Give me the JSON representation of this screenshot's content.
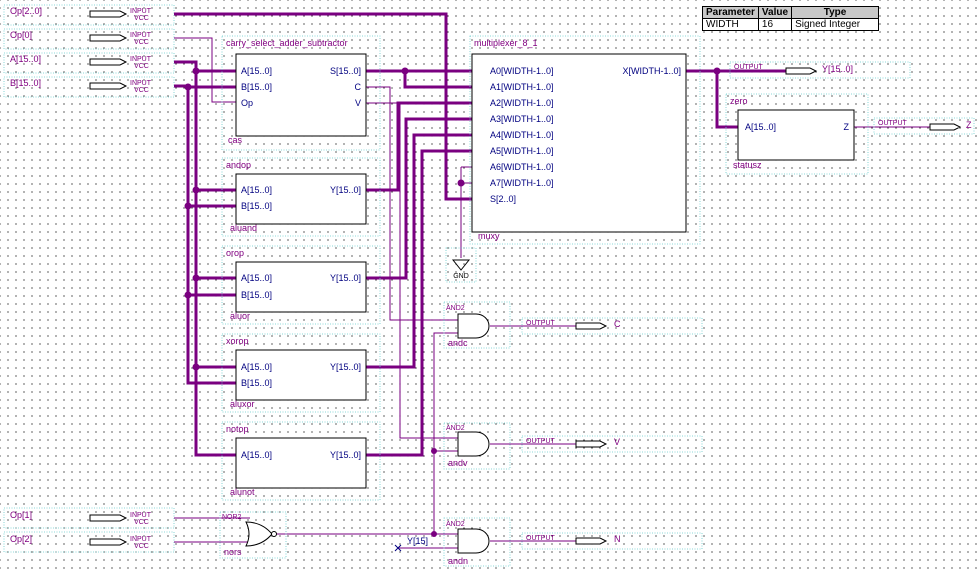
{
  "parameter_table": {
    "headers": [
      "Parameter",
      "Value",
      "Type"
    ],
    "rows": [
      [
        "WIDTH",
        "16",
        "Signed Integer"
      ]
    ]
  },
  "inputs": [
    {
      "name": "Op[2..0]",
      "type": "INPUT",
      "default": "VCC"
    },
    {
      "name": "Op[0]",
      "type": "INPUT",
      "default": "VCC"
    },
    {
      "name": "A[15..0]",
      "type": "INPUT",
      "default": "VCC"
    },
    {
      "name": "B[15..0]",
      "type": "INPUT",
      "default": "VCC"
    },
    {
      "name": "Op[1]",
      "type": "INPUT",
      "default": "VCC"
    },
    {
      "name": "Op[2]",
      "type": "INPUT",
      "default": "VCC"
    }
  ],
  "outputs": [
    {
      "name": "Y[15..0]",
      "type": "OUTPUT"
    },
    {
      "name": "Z",
      "type": "OUTPUT"
    },
    {
      "name": "C",
      "type": "OUTPUT"
    },
    {
      "name": "V",
      "type": "OUTPUT"
    },
    {
      "name": "N",
      "type": "OUTPUT"
    }
  ],
  "blocks": {
    "cas": {
      "module": "carry_select_adder_subtractor",
      "instance": "cas",
      "ports_in": [
        "A[15..0]",
        "B[15..0]",
        "Op"
      ],
      "ports_out": [
        "S[15..0]",
        "C",
        "V"
      ]
    },
    "aluand": {
      "module": "andop",
      "instance": "aluand",
      "ports_in": [
        "A[15..0]",
        "B[15..0]"
      ],
      "ports_out": [
        "Y[15..0]"
      ]
    },
    "aluor": {
      "module": "orop",
      "instance": "aluor",
      "ports_in": [
        "A[15..0]",
        "B[15..0]"
      ],
      "ports_out": [
        "Y[15..0]"
      ]
    },
    "aluxor": {
      "module": "xorop",
      "instance": "aluxor",
      "ports_in": [
        "A[15..0]",
        "B[15..0]"
      ],
      "ports_out": [
        "Y[15..0]"
      ]
    },
    "alunot": {
      "module": "notop",
      "instance": "alunot",
      "ports_in": [
        "A[15..0]"
      ],
      "ports_out": [
        "Y[15..0]"
      ]
    },
    "muxy": {
      "module": "multiplexer_8_1",
      "instance": "muxy",
      "ports_in": [
        "A0[WIDTH-1..0]",
        "A1[WIDTH-1..0]",
        "A2[WIDTH-1..0]",
        "A3[WIDTH-1..0]",
        "A4[WIDTH-1..0]",
        "A5[WIDTH-1..0]",
        "A6[WIDTH-1..0]",
        "A7[WIDTH-1..0]",
        "S[2..0]"
      ],
      "ports_out": [
        "X[WIDTH-1..0]"
      ]
    },
    "statusz": {
      "module": "zero",
      "instance": "statusz",
      "ports_in": [
        "A[15..0]"
      ],
      "ports_out": [
        "Z"
      ]
    }
  },
  "gates": {
    "andc": {
      "type": "AND2",
      "instance": "andc"
    },
    "andv": {
      "type": "AND2",
      "instance": "andv"
    },
    "andn": {
      "type": "AND2",
      "instance": "andn"
    },
    "nors": {
      "type": "NOR2",
      "instance": "nors"
    }
  },
  "gnd_label": "GND",
  "net_labels": {
    "y15": "Y[15]"
  }
}
